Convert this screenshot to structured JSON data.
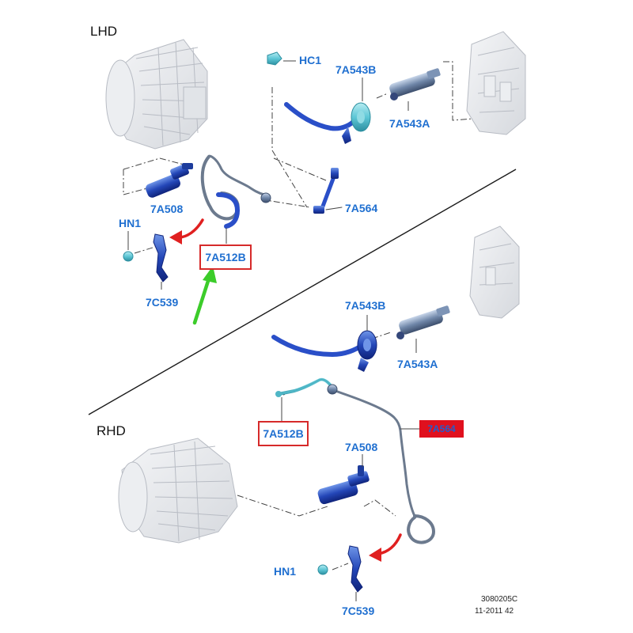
{
  "sections": {
    "lhd": "LHD",
    "rhd": "RHD"
  },
  "lhd_labels": {
    "hc1": "HC1",
    "p7a543b": "7A543B",
    "p7a543a": "7A543A",
    "p7a508": "7A508",
    "p7a564": "7A564",
    "hn1": "HN1",
    "p7a512b": "7A512B",
    "p7c539": "7C539"
  },
  "rhd_labels": {
    "p7a543b": "7A543B",
    "p7a543a": "7A543A",
    "p7a512b": "7A512B",
    "p7a564": "7A564",
    "p7a508": "7A508",
    "hn1": "HN1",
    "p7c539": "7C539"
  },
  "footer": {
    "code": "3080205C",
    "date": "11-2011 42"
  },
  "colors": {
    "label": "#1f6fd0",
    "highlight_box": "#d62a2a",
    "filled_box": "#e0101e",
    "arrow_red": "#e02020",
    "arrow_green": "#3ccc2a",
    "part_blue": "#1c3fae",
    "part_cyan": "#5ec7d6",
    "sketch_grey": "#c8ccd2"
  }
}
